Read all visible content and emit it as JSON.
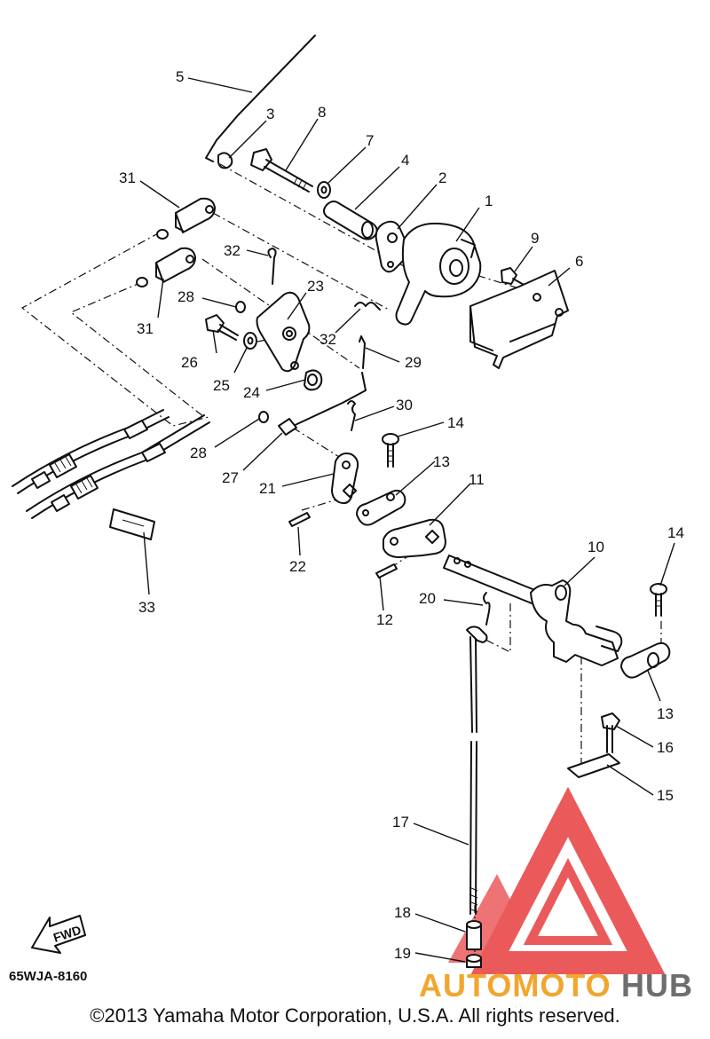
{
  "diagram": {
    "callouts": [
      {
        "id": "1",
        "label": "1"
      },
      {
        "id": "2",
        "label": "2"
      },
      {
        "id": "3",
        "label": "3"
      },
      {
        "id": "4",
        "label": "4"
      },
      {
        "id": "5",
        "label": "5"
      },
      {
        "id": "6",
        "label": "6"
      },
      {
        "id": "7",
        "label": "7"
      },
      {
        "id": "8",
        "label": "8"
      },
      {
        "id": "9",
        "label": "9"
      },
      {
        "id": "10",
        "label": "10"
      },
      {
        "id": "11",
        "label": "11"
      },
      {
        "id": "12",
        "label": "12"
      },
      {
        "id": "13a",
        "label": "13"
      },
      {
        "id": "13b",
        "label": "13"
      },
      {
        "id": "14a",
        "label": "14"
      },
      {
        "id": "14b",
        "label": "14"
      },
      {
        "id": "15",
        "label": "15"
      },
      {
        "id": "16",
        "label": "16"
      },
      {
        "id": "17",
        "label": "17"
      },
      {
        "id": "18",
        "label": "18"
      },
      {
        "id": "19",
        "label": "19"
      },
      {
        "id": "20",
        "label": "20"
      },
      {
        "id": "21",
        "label": "21"
      },
      {
        "id": "22",
        "label": "22"
      },
      {
        "id": "23",
        "label": "23"
      },
      {
        "id": "24",
        "label": "24"
      },
      {
        "id": "25",
        "label": "25"
      },
      {
        "id": "26",
        "label": "26"
      },
      {
        "id": "27",
        "label": "27"
      },
      {
        "id": "28a",
        "label": "28"
      },
      {
        "id": "28b",
        "label": "28"
      },
      {
        "id": "29",
        "label": "29"
      },
      {
        "id": "30",
        "label": "30"
      },
      {
        "id": "31a",
        "label": "31"
      },
      {
        "id": "31b",
        "label": "31"
      },
      {
        "id": "32a",
        "label": "32"
      },
      {
        "id": "32b",
        "label": "32"
      },
      {
        "id": "33",
        "label": "33"
      }
    ],
    "fwd_label": "FWD",
    "doc_code": "65WJA-8160",
    "copyright": "©2013 Yamaha Motor Corporation, U.S.A. All rights reserved.",
    "watermark": {
      "part1": "AUTOMOTO",
      "part2": "HUB"
    },
    "colors": {
      "line": "#111111",
      "watermark_red": "#e8494a",
      "watermark_orange": "#f2a62e",
      "watermark_gray": "#6e6e6e"
    }
  }
}
